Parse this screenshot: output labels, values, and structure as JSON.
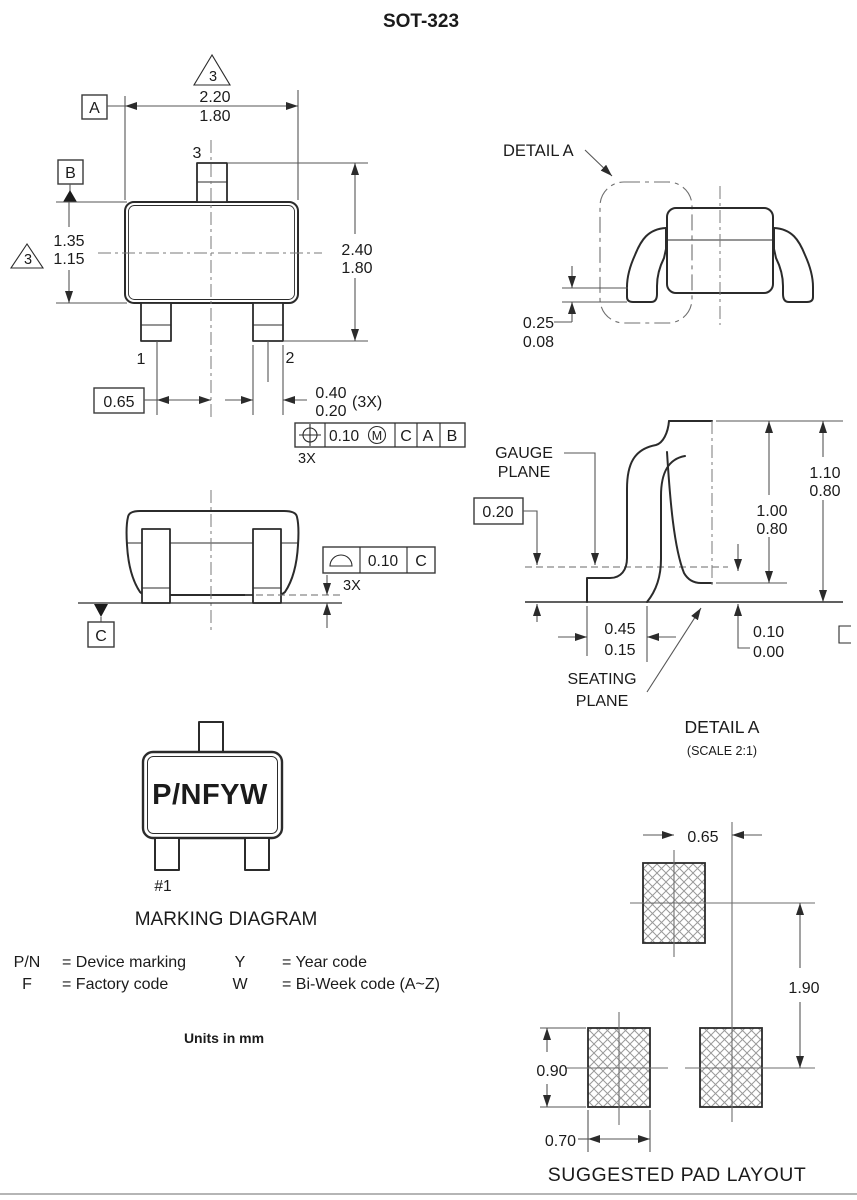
{
  "page": {
    "title": "SOT-323"
  },
  "colors": {
    "object_line": "#2b2b2b",
    "dim_line": "#565656",
    "text": "#1b1b1b",
    "hatch": "#9a9a9a",
    "page_rule": "#b5b5b5"
  },
  "top_view": {
    "flag_note": "3",
    "datum_a": "A",
    "datum_b": "B",
    "width_max": "2.20",
    "width_min": "1.80",
    "body_h_max": "1.35",
    "body_h_min": "1.15",
    "total_h_max": "2.40",
    "total_h_min": "1.80",
    "pin1": "1",
    "pin2": "2",
    "pin3": "3",
    "pitch": "0.65",
    "lead_w_max": "0.40",
    "lead_w_min": "0.20",
    "lead_w_qty": "(3X)",
    "fcf_tol": "0.10",
    "fcf_mod": "M",
    "fcf_d1": "C",
    "fcf_d2": "A",
    "fcf_d3": "B",
    "fcf_qty": "3X"
  },
  "front_view": {
    "profile_tol": "0.10",
    "profile_datum": "C",
    "profile_qty": "3X",
    "datum_c": "C"
  },
  "side_view": {
    "detail_label": "DETAIL A",
    "standoff_max": "0.25",
    "standoff_min": "0.08"
  },
  "detail_a": {
    "gauge_l1": "GAUGE",
    "gauge_l2": "PLANE",
    "gauge_height": "0.20",
    "lead_h_max": "1.10",
    "lead_h_min": "0.80",
    "terminal_max": "1.00",
    "terminal_min": "0.80",
    "foot_max": "0.45",
    "foot_min": "0.15",
    "standoff_max": "0.10",
    "standoff_min": "0.00",
    "seating_l1": "SEATING",
    "seating_l2": "PLANE",
    "caption": "DETAIL A",
    "scale_note": "(SCALE 2:1)"
  },
  "marking": {
    "code": "P/NFYW",
    "pin1_label": "#1",
    "caption": "MARKING DIAGRAM",
    "legend": [
      {
        "term": "P/N",
        "def": "= Device marking"
      },
      {
        "term": "F",
        "def": "= Factory code"
      },
      {
        "term": "Y",
        "def": "= Year code"
      },
      {
        "term": "W",
        "def": "= Bi-Week code (A~Z)"
      }
    ],
    "units_note": "Units in mm"
  },
  "pad_layout": {
    "pitch_half": "0.65",
    "row_spacing": "1.90",
    "pad_h": "0.90",
    "pad_w": "0.70",
    "caption": "SUGGESTED PAD LAYOUT"
  }
}
